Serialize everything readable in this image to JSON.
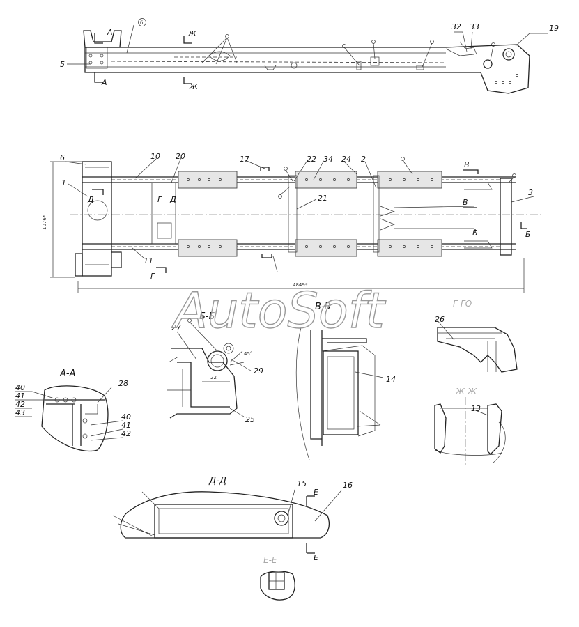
{
  "watermark": "AutoSoft",
  "callouts": {
    "side_view": [
      "5",
      "32",
      "33",
      "19"
    ],
    "plan_view": [
      "6",
      "10",
      "20",
      "17",
      "22",
      "34",
      "24",
      "2",
      "1",
      "21",
      "11",
      "3"
    ],
    "section_bb": [
      "27",
      "29",
      "25"
    ],
    "section_vv": [
      "14"
    ],
    "section_gg": [
      "26"
    ],
    "section_zhzh": [
      "13"
    ],
    "section_aa": [
      "40",
      "41",
      "42",
      "43",
      "28",
      "40",
      "41",
      "42"
    ],
    "section_dd": [
      "15",
      "16"
    ]
  },
  "balloon": "б",
  "cut_marks": {
    "a_top": "А",
    "a_bottom": "А",
    "zh_top": "Ж",
    "zh_bottom": "Ж",
    "v_top": "В",
    "v_mid": "В",
    "b_right": "Б",
    "b_left": "Б",
    "d_left": "Д",
    "d_right": "Д",
    "g_left": "Г",
    "g_bottom": "Г",
    "e_top": "Е",
    "e_bottom": "Е"
  },
  "section_titles": {
    "aa": "А-А",
    "bb": "Б-Б",
    "vv": "В-В",
    "gg": "Г-ГО",
    "zhzh": "Ж-Ж",
    "dd": "Д-Д",
    "ee": "Е-Е"
  },
  "dimensions": {
    "overall_length": "4849*",
    "height": "1076*",
    "angle": "45°",
    "gap": "22"
  }
}
